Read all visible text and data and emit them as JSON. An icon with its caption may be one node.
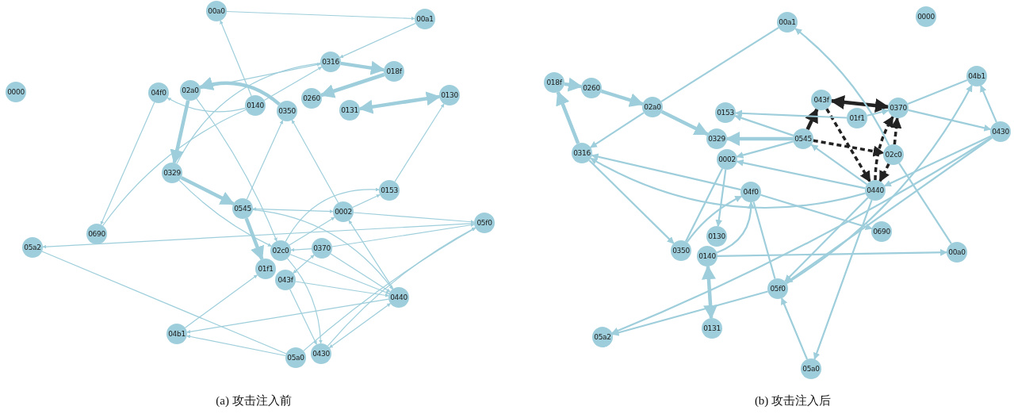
{
  "diagram": {
    "nodes": [
      {
        "text": [
          "00a0"
        ]
      },
      {
        "text": [
          "00a1"
        ]
      },
      {
        "text": [
          "0000"
        ]
      },
      {
        "text": [
          "0316"
        ]
      },
      {
        "text": [
          "018f"
        ]
      },
      {
        "text": [
          "04f0"
        ]
      },
      {
        "text": [
          "02a0"
        ]
      },
      {
        "text": [
          "0140"
        ]
      },
      {
        "text": [
          "0350"
        ]
      },
      {
        "text": [
          "0260"
        ]
      },
      {
        "text": [
          "0131"
        ]
      },
      {
        "text": [
          "0130"
        ]
      },
      {
        "text": [
          "0329"
        ]
      },
      {
        "text": [
          "0153"
        ]
      },
      {
        "text": [
          "0545"
        ]
      },
      {
        "text": [
          "0002"
        ]
      },
      {
        "text": [
          "0690"
        ]
      },
      {
        "text": [
          "05f0"
        ]
      },
      {
        "text": [
          "05a2"
        ]
      },
      {
        "text": [
          "02c0"
        ]
      },
      {
        "text": [
          "0370"
        ]
      },
      {
        "text": [
          "01f1"
        ]
      },
      {
        "text": [
          "043f"
        ]
      },
      {
        "text": [
          "0440"
        ]
      },
      {
        "text": [
          "04b1"
        ]
      },
      {
        "text": [
          "05a0"
        ]
      },
      {
        "text": [
          "0430"
        ]
      },
      {
        "text": [
          "00a1"
        ]
      },
      {
        "text": [
          "0000"
        ]
      },
      {
        "text": [
          "018f"
        ]
      },
      {
        "text": [
          "0260"
        ]
      },
      {
        "text": [
          "04b1"
        ]
      },
      {
        "text": [
          "02a0"
        ]
      },
      {
        "text": [
          "043f"
        ]
      },
      {
        "text": [
          "0370"
        ]
      },
      {
        "text": [
          "0153"
        ]
      },
      {
        "text": [
          "01f1"
        ]
      },
      {
        "text": [
          "0430"
        ]
      },
      {
        "text": [
          "0316"
        ]
      },
      {
        "text": [
          "0329"
        ]
      },
      {
        "text": [
          "0545"
        ]
      },
      {
        "text": [
          "02c0"
        ]
      },
      {
        "text": [
          "0002"
        ]
      },
      {
        "text": [
          "0440"
        ]
      },
      {
        "text": [
          "04f0"
        ]
      },
      {
        "text": [
          "0690"
        ]
      },
      {
        "text": [
          "0130"
        ]
      },
      {
        "text": [
          "0350"
        ]
      },
      {
        "text": [
          "0140"
        ]
      },
      {
        "text": [
          "00a0"
        ]
      },
      {
        "text": [
          "05f0"
        ]
      },
      {
        "text": [
          "0131"
        ]
      },
      {
        "text": [
          "05a2"
        ]
      },
      {
        "text": [
          "05a0"
        ]
      }
    ],
    "edges": [
      {
        "from": 0,
        "to": 1,
        "arrow": "to"
      },
      {
        "from": 1,
        "to": 3,
        "arrow": "to"
      },
      {
        "from": 7,
        "to": 0,
        "arrow": "to"
      },
      {
        "from": 3,
        "to": 4,
        "arrow": "to",
        "style": "thick"
      },
      {
        "from": 4,
        "to": 9,
        "arrow": "to",
        "style": "thick"
      },
      {
        "from": 6,
        "to": 3,
        "arrow": "to"
      },
      {
        "from": 7,
        "to": 3,
        "arrow": "to"
      },
      {
        "from": 12,
        "to": 3,
        "arrow": "none"
      },
      {
        "from": 8,
        "to": 6,
        "arrow": "to",
        "style": "thick"
      },
      {
        "from": 7,
        "to": 5,
        "arrow": "to"
      },
      {
        "from": 11,
        "to": 10,
        "arrow": "both",
        "style": "thick"
      },
      {
        "from": 6,
        "to": 12,
        "arrow": "to",
        "style": "thick"
      },
      {
        "from": 5,
        "to": 16,
        "arrow": "to"
      },
      {
        "from": 7,
        "to": 16,
        "arrow": "none"
      },
      {
        "from": 12,
        "to": 14,
        "arrow": "to",
        "style": "thick"
      },
      {
        "from": 12,
        "to": 19,
        "arrow": "to"
      },
      {
        "from": 6,
        "to": 19,
        "arrow": "to"
      },
      {
        "from": 14,
        "to": 8,
        "arrow": "to"
      },
      {
        "from": 15,
        "to": 8,
        "arrow": "to"
      },
      {
        "from": 13,
        "to": 11,
        "arrow": "to"
      },
      {
        "from": 15,
        "to": 13,
        "arrow": "to"
      },
      {
        "from": 14,
        "to": 15,
        "arrow": "both"
      },
      {
        "from": 14,
        "to": 21,
        "arrow": "to",
        "style": "thick"
      },
      {
        "from": 15,
        "to": 17,
        "arrow": "to"
      },
      {
        "from": 17,
        "to": 18,
        "arrow": "to"
      },
      {
        "from": 20,
        "to": 17,
        "arrow": "to"
      },
      {
        "from": 19,
        "to": 13,
        "arrow": "to"
      },
      {
        "from": 20,
        "to": 19,
        "arrow": "to"
      },
      {
        "from": 19,
        "to": 15,
        "arrow": "to"
      },
      {
        "from": 22,
        "to": 20,
        "arrow": "both"
      },
      {
        "from": 23,
        "to": 15,
        "arrow": "to"
      },
      {
        "from": 20,
        "to": 23,
        "arrow": "to"
      },
      {
        "from": 19,
        "to": 23,
        "arrow": "to"
      },
      {
        "from": 14,
        "to": 23,
        "arrow": "to"
      },
      {
        "from": 22,
        "to": 23,
        "arrow": "to"
      },
      {
        "from": 23,
        "to": 24,
        "arrow": "to"
      },
      {
        "from": 24,
        "to": 21,
        "arrow": "to"
      },
      {
        "from": 25,
        "to": 24,
        "arrow": "to"
      },
      {
        "from": 26,
        "to": 23,
        "arrow": "both"
      },
      {
        "from": 25,
        "to": 17,
        "arrow": "to"
      },
      {
        "from": 26,
        "to": 17,
        "arrow": "to"
      },
      {
        "from": 22,
        "to": 26,
        "arrow": "to"
      },
      {
        "from": 19,
        "to": 26,
        "arrow": "to"
      },
      {
        "from": 18,
        "to": 25,
        "arrow": "none"
      },
      {
        "from": 29,
        "to": 30,
        "arrow": "to",
        "style": "thick"
      },
      {
        "from": 30,
        "to": 32,
        "arrow": "to",
        "style": "thick"
      },
      {
        "from": 38,
        "to": 29,
        "arrow": "to",
        "style": "thick"
      },
      {
        "from": 32,
        "to": 38,
        "arrow": "to"
      },
      {
        "from": 32,
        "to": 27,
        "arrow": "none"
      },
      {
        "from": 32,
        "to": 39,
        "arrow": "to",
        "style": "thick"
      },
      {
        "from": 40,
        "to": 39,
        "arrow": "to",
        "style": "thick"
      },
      {
        "from": 40,
        "to": 35,
        "arrow": "to"
      },
      {
        "from": 40,
        "to": 33,
        "arrow": "to",
        "style": "thick",
        "color": "#222222"
      },
      {
        "from": 33,
        "to": 34,
        "arrow": "both",
        "style": "thick",
        "color": "#222222"
      },
      {
        "from": 40,
        "to": 41,
        "arrow": "to",
        "style": "dashed",
        "color": "#222222"
      },
      {
        "from": 33,
        "to": 43,
        "arrow": "to",
        "style": "dashed",
        "color": "#222222"
      },
      {
        "from": 43,
        "to": 34,
        "arrow": "to",
        "style": "dashed",
        "color": "#222222"
      },
      {
        "from": 41,
        "to": 34,
        "arrow": "to",
        "style": "dashed",
        "color": "#222222"
      },
      {
        "from": 41,
        "to": 43,
        "arrow": "to",
        "style": "dashed",
        "color": "#222222"
      },
      {
        "from": 34,
        "to": 31,
        "arrow": "none"
      },
      {
        "from": 34,
        "to": 37,
        "arrow": "to"
      },
      {
        "from": 37,
        "to": 31,
        "arrow": "to"
      },
      {
        "from": 37,
        "to": 43,
        "arrow": "to"
      },
      {
        "from": 50,
        "to": 31,
        "arrow": "to"
      },
      {
        "from": 43,
        "to": 38,
        "arrow": "to"
      },
      {
        "from": 43,
        "to": 42,
        "arrow": "to"
      },
      {
        "from": 43,
        "to": 40,
        "arrow": "to"
      },
      {
        "from": 43,
        "to": 50,
        "arrow": "to"
      },
      {
        "from": 43,
        "to": 53,
        "arrow": "to"
      },
      {
        "from": 41,
        "to": 49,
        "arrow": "none"
      },
      {
        "from": 41,
        "to": 27,
        "arrow": "to"
      },
      {
        "from": 37,
        "to": 50,
        "arrow": "to"
      },
      {
        "from": 37,
        "to": 52,
        "arrow": "to"
      },
      {
        "from": 44,
        "to": 38,
        "arrow": "to"
      },
      {
        "from": 44,
        "to": 45,
        "arrow": "to"
      },
      {
        "from": 47,
        "to": 44,
        "arrow": "to"
      },
      {
        "from": 48,
        "to": 44,
        "arrow": "to"
      },
      {
        "from": 47,
        "to": 42,
        "arrow": "none"
      },
      {
        "from": 42,
        "to": 46,
        "arrow": "to"
      },
      {
        "from": 48,
        "to": 51,
        "arrow": "both",
        "style": "thick"
      },
      {
        "from": 48,
        "to": 49,
        "arrow": "to"
      },
      {
        "from": 50,
        "to": 52,
        "arrow": "to"
      },
      {
        "from": 53,
        "to": 50,
        "arrow": "to"
      },
      {
        "from": 44,
        "to": 50,
        "arrow": "none"
      },
      {
        "from": 38,
        "to": 47,
        "arrow": "to"
      },
      {
        "from": 40,
        "to": 42,
        "arrow": "to"
      },
      {
        "from": 36,
        "to": 34,
        "arrow": "to"
      },
      {
        "from": 36,
        "to": 35,
        "arrow": "to"
      }
    ],
    "labels": [
      "(a) 攻击注入前",
      "(b) 攻击注入后"
    ]
  }
}
